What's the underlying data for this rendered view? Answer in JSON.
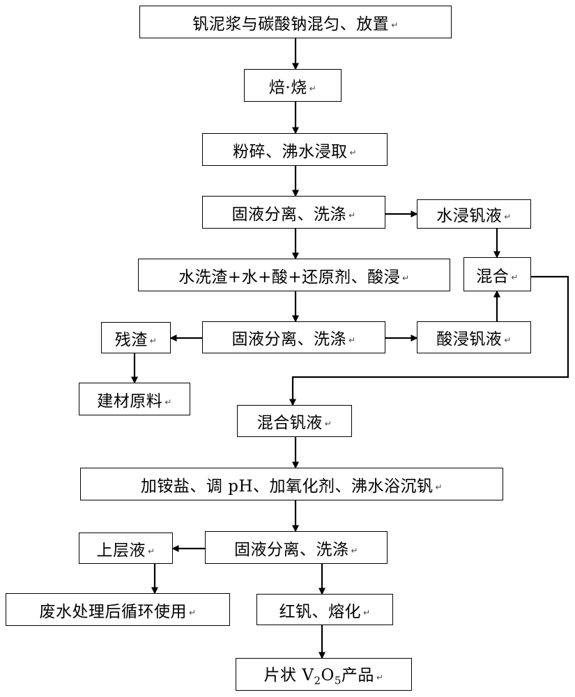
{
  "paragraph_mark": "↵",
  "nodes": {
    "mix_slurry": "钒泥浆与碳酸钠混匀、放置",
    "roast": "焙·烧",
    "crush_leach": "粉碎、沸水浸取",
    "sep1": "固液分离、洗涤",
    "water_leach_liquor": "水浸钒液",
    "acid_leach": "水洗渣+水+酸+还原剂、酸浸",
    "mix": "混合",
    "residue": "残渣",
    "sep2": "固液分离、洗涤",
    "acid_leach_liquor": "酸浸钒液",
    "building_material": "建材原料",
    "mixed_liquor": "混合钒液",
    "precipitate": "加铵盐、调 pH、加氧化剂、沸水浴沉钒",
    "supernatant": "上层液",
    "sep3": "固液分离、洗涤",
    "wastewater": "废水处理后循环使用",
    "red_vanadium": "红钒、熔化",
    "product_prefix": "片状 V",
    "product_sub1": "2",
    "product_o": "O",
    "product_sub2": "5",
    "product_suffix": "产品"
  }
}
